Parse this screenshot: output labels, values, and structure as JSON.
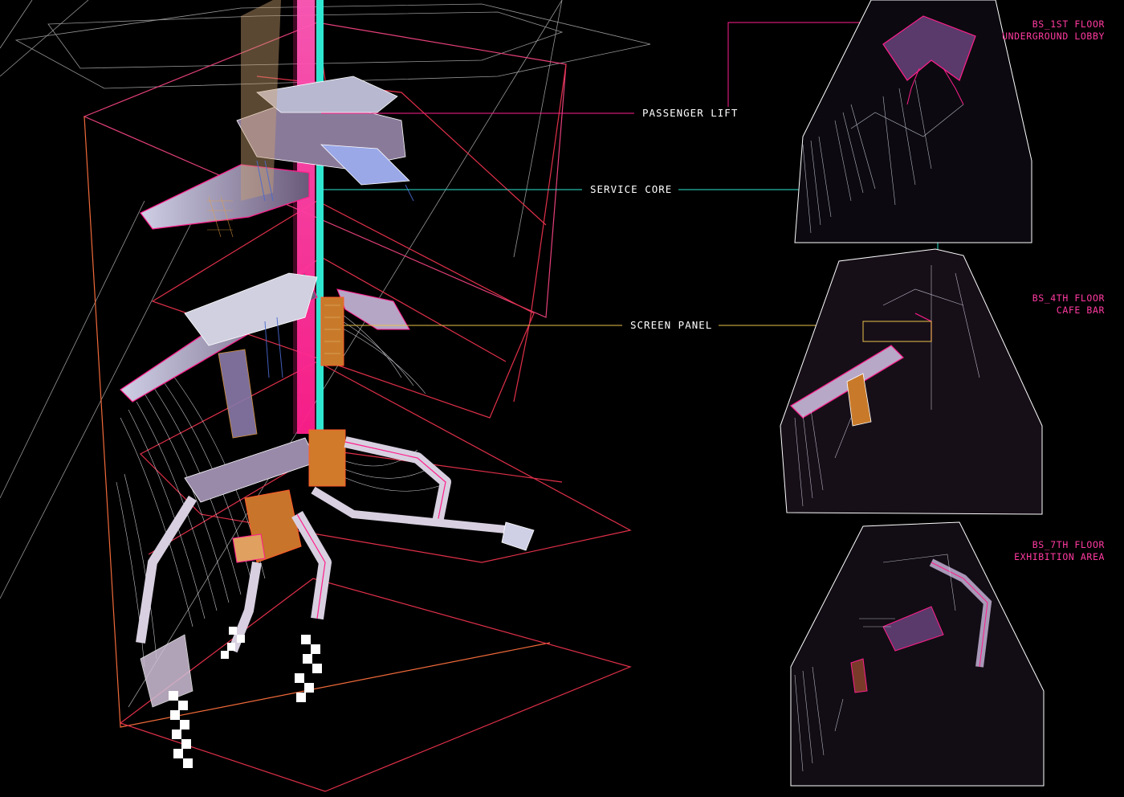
{
  "colors": {
    "background": "#000000",
    "lift_magenta": "#ff1e8c",
    "core_cyan": "#2fe6d0",
    "screen_yellow": "#e8c24a",
    "slab_outline_red": "#e0304a",
    "structure_white": "#e8e8f0",
    "label_pink": "#ff3aa0"
  },
  "callouts": {
    "passenger_lift": "PASSENGER LIFT",
    "service_core": "SERVICE CORE",
    "screen_panel": "SCREEN PANEL"
  },
  "floors": [
    {
      "title": "BS_1ST FLOOR",
      "subtitle": "UNDERGROUND LOBBY"
    },
    {
      "title": "BS_4TH FLOOR",
      "subtitle": "CAFE BAR"
    },
    {
      "title": "BS_7TH FLOOR",
      "subtitle": "EXHIBITION AREA"
    }
  ]
}
